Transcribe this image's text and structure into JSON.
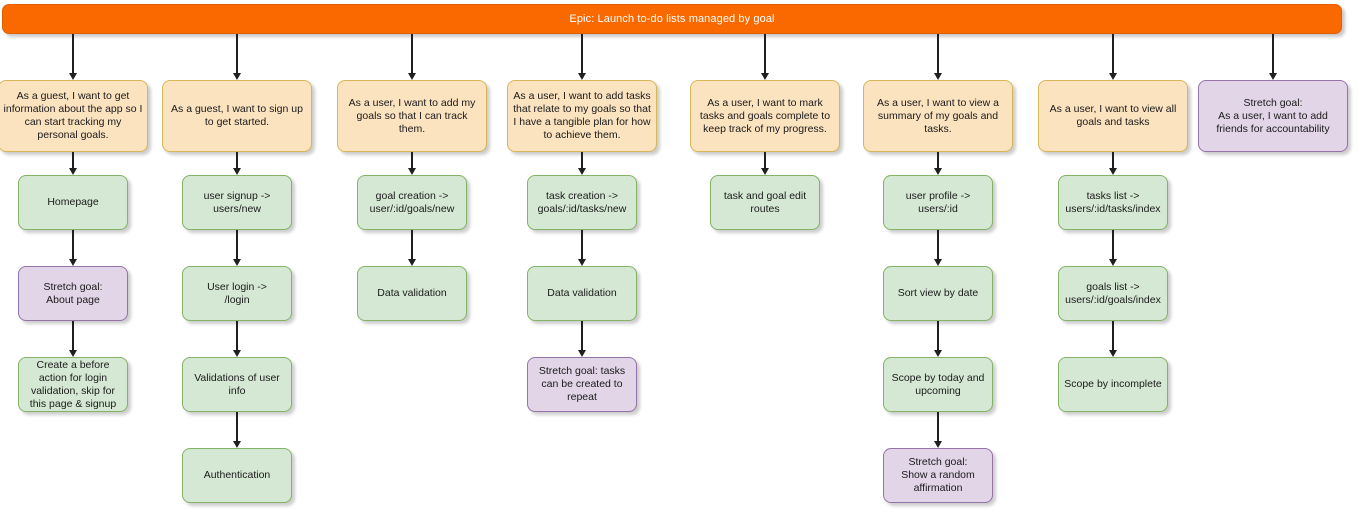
{
  "diagram": {
    "title": "Epic: Launch to-do lists managed by goal",
    "colors": {
      "epic_fill": "#fa6800",
      "epic_text": "#ffffff",
      "story_fill": "#fbe3c0",
      "story_stroke": "#d6b656",
      "task_fill": "#d5e8d4",
      "task_stroke": "#82b366",
      "stretch_fill": "#e1d5e7",
      "stretch_stroke": "#9673a6",
      "edge": "#1f1f1f",
      "background": "#ffffff"
    },
    "columns": [
      {
        "id": "col-1",
        "nodes": [
          {
            "id": "n1-1",
            "type": "story",
            "text": "As a guest, I want to get information about the app so I can start tracking my personal goals."
          },
          {
            "id": "n1-2",
            "type": "task",
            "text": "Homepage"
          },
          {
            "id": "n1-3",
            "type": "stretch",
            "text": "Stretch goal:\nAbout page"
          },
          {
            "id": "n1-4",
            "type": "task",
            "text": "Create a before action for login validation, skip for this page & signup"
          }
        ]
      },
      {
        "id": "col-2",
        "nodes": [
          {
            "id": "n2-1",
            "type": "story",
            "text": "As a guest, I want to sign up to get started."
          },
          {
            "id": "n2-2",
            "type": "task",
            "text": "user signup ->\nusers/new"
          },
          {
            "id": "n2-3",
            "type": "task",
            "text": "User login ->\n/login"
          },
          {
            "id": "n2-4",
            "type": "task",
            "text": "Validations of user info"
          },
          {
            "id": "n2-5",
            "type": "task",
            "text": "Authentication"
          }
        ]
      },
      {
        "id": "col-3",
        "nodes": [
          {
            "id": "n3-1",
            "type": "story",
            "text": "As a user, I want to add my goals so that I can track them."
          },
          {
            "id": "n3-2",
            "type": "task",
            "text": "goal creation ->\nuser/:id/goals/new"
          },
          {
            "id": "n3-3",
            "type": "task",
            "text": "Data validation"
          }
        ]
      },
      {
        "id": "col-4",
        "nodes": [
          {
            "id": "n4-1",
            "type": "story",
            "text": "As a user, I want to add tasks that relate to my goals so that I have a tangible plan for how to achieve them."
          },
          {
            "id": "n4-2",
            "type": "task",
            "text": "task creation ->\ngoals/:id/tasks/new"
          },
          {
            "id": "n4-3",
            "type": "task",
            "text": "Data validation"
          },
          {
            "id": "n4-4",
            "type": "stretch",
            "text": "Stretch goal: tasks can be created to repeat"
          }
        ]
      },
      {
        "id": "col-5",
        "nodes": [
          {
            "id": "n5-1",
            "type": "story",
            "text": "As a user, I want to mark tasks and goals complete to keep track of my progress."
          },
          {
            "id": "n5-2",
            "type": "task",
            "text": "task and goal edit routes"
          }
        ]
      },
      {
        "id": "col-6",
        "nodes": [
          {
            "id": "n6-1",
            "type": "story",
            "text": "As a user, I want to view a summary of my goals and tasks."
          },
          {
            "id": "n6-2",
            "type": "task",
            "text": "user profile ->\nusers/:id"
          },
          {
            "id": "n6-3",
            "type": "task",
            "text": "Sort view by date"
          },
          {
            "id": "n6-4",
            "type": "task",
            "text": "Scope by today and upcoming"
          },
          {
            "id": "n6-5",
            "type": "stretch",
            "text": "Stretch goal:\nShow a random affirmation"
          }
        ]
      },
      {
        "id": "col-7",
        "nodes": [
          {
            "id": "n7-1",
            "type": "story",
            "text": "As a user, I want to view all goals and tasks"
          },
          {
            "id": "n7-2",
            "type": "task",
            "text": "tasks list ->\nusers/:id/tasks/index"
          },
          {
            "id": "n7-3",
            "type": "task",
            "text": "goals list ->\nusers/:id/goals/index"
          },
          {
            "id": "n7-4",
            "type": "task",
            "text": "Scope by incomplete"
          }
        ]
      },
      {
        "id": "col-8",
        "nodes": [
          {
            "id": "n8-1",
            "type": "stretch",
            "text": "Stretch goal:\nAs a user, I want to add friends for accountability"
          }
        ]
      }
    ]
  }
}
